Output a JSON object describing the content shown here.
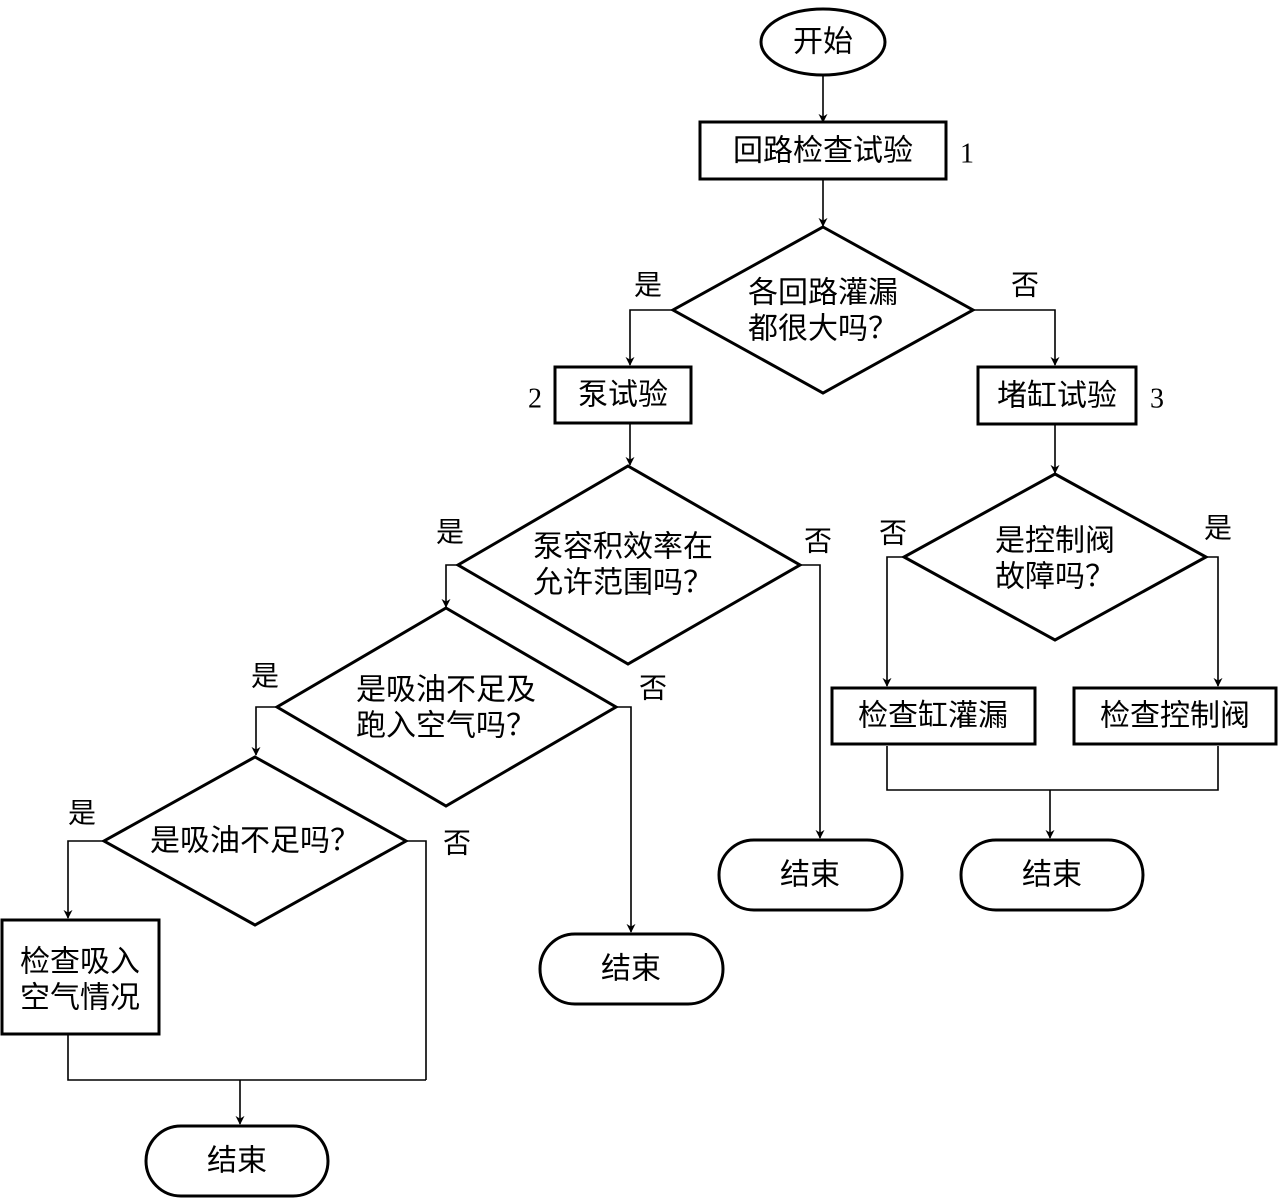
{
  "flowchart": {
    "nodes": {
      "start": "开始",
      "loop_test": "回路检查试验",
      "q_all_leak": [
        "各回路灌漏",
        "都很大吗？"
      ],
      "pump_test": "泵试验",
      "block_cyl_test": "堵缸试验",
      "q_pump_eff": [
        "泵容积效率在",
        "允许范围吗？"
      ],
      "q_valve_fault": [
        "是控制阀",
        "故障吗？"
      ],
      "q_suction_air": [
        "是吸油不足及",
        "跑入空气吗？"
      ],
      "q_suction": "是吸油不足吗？",
      "check_cyl_leak": "检查缸灌漏",
      "check_valve": "检查控制阀",
      "check_air": [
        "检查吸入",
        "空气情况"
      ],
      "end_1": "结束",
      "end_2": "结束",
      "end_3": "结束",
      "end_4": "结束"
    },
    "step_numbers": {
      "loop_test": "1",
      "pump_test": "2",
      "block_cyl_test": "3"
    },
    "edge_labels": {
      "all_leak_yes": "是",
      "all_leak_no": "否",
      "pump_eff_yes": "是",
      "pump_eff_no": "否",
      "valve_fault_no": "否",
      "valve_fault_yes": "是",
      "suction_air_yes": "是",
      "suction_air_no": "否",
      "suction_yes": "是",
      "suction_no": "否"
    }
  }
}
